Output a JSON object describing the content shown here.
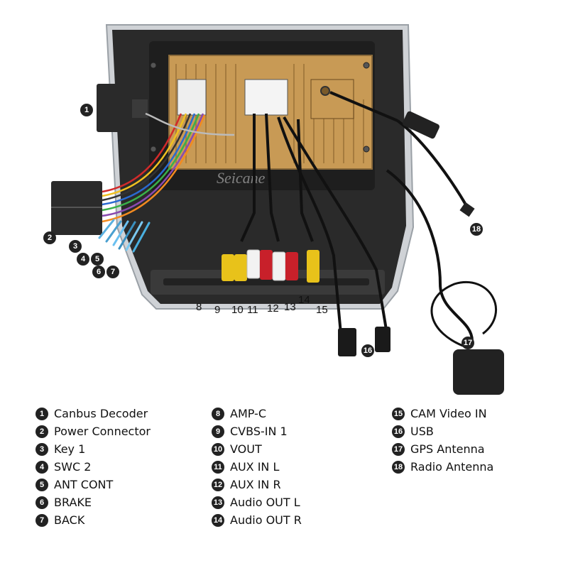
{
  "watermark": "Seicane",
  "legend": [
    [
      {
        "num": "1",
        "label": "Canbus Decoder"
      },
      {
        "num": "2",
        "label": "Power Connector"
      },
      {
        "num": "3",
        "label": "Key 1"
      },
      {
        "num": "4",
        "label": "SWC 2"
      },
      {
        "num": "5",
        "label": "ANT CONT"
      },
      {
        "num": "6",
        "label": "BRAKE"
      },
      {
        "num": "7",
        "label": "BACK"
      }
    ],
    [
      {
        "num": "8",
        "label": "AMP-C"
      },
      {
        "num": "9",
        "label": "CVBS-IN 1"
      },
      {
        "num": "10",
        "label": "VOUT"
      },
      {
        "num": "11",
        "label": "AUX IN L"
      },
      {
        "num": "12",
        "label": "AUX IN R"
      },
      {
        "num": "13",
        "label": "Audio OUT L"
      },
      {
        "num": "14",
        "label": "Audio OUT R"
      }
    ],
    [
      {
        "num": "15",
        "label": "CAM Video IN"
      },
      {
        "num": "16",
        "label": "USB"
      },
      {
        "num": "17",
        "label": "GPS Antenna"
      },
      {
        "num": "18",
        "label": "Radio Antenna"
      }
    ]
  ],
  "callouts": {
    "c1": "1",
    "c2": "2",
    "c3": "3",
    "c4": "4",
    "c5": "5",
    "c6": "6",
    "c7": "7",
    "c8": "8",
    "c9": "9",
    "c10": "10",
    "c11": "11",
    "c12": "12",
    "c13": "13",
    "c14": "14",
    "c15": "15",
    "c16": "16",
    "c17": "17",
    "c18": "18"
  },
  "colors": {
    "frame": "#2a2a2a",
    "chassis": "#c89a55",
    "rca_yellow": "#e8c21a",
    "rca_red": "#c8202a",
    "rca_white": "#f2f2f2",
    "cable": "#111111"
  }
}
